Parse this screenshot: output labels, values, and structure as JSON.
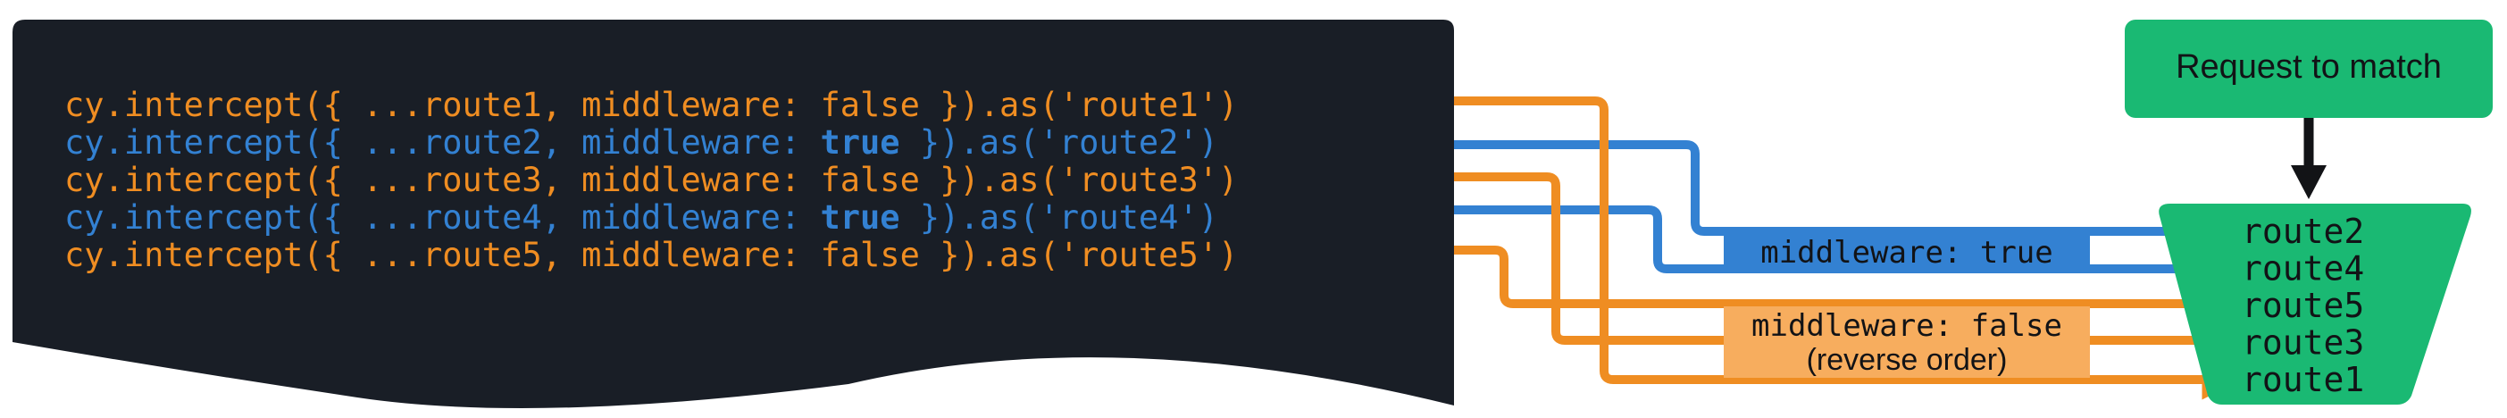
{
  "colors": {
    "code_bg": "#191e26",
    "orange": "#ef8d22",
    "blue": "#3381d2",
    "green": "#1ab973",
    "light_orange": "#f7ad5e",
    "arrow_dark": "#121316",
    "text_dark": "#121316"
  },
  "code_lines": [
    {
      "prefix": "cy.intercept({ ...route1, middleware: ",
      "value": "false",
      "suffix": " }).as('route1')",
      "middleware": false
    },
    {
      "prefix": "cy.intercept({ ...route2, middleware: ",
      "value": "true",
      "suffix": " }).as('route2')",
      "middleware": true
    },
    {
      "prefix": "cy.intercept({ ...route3, middleware: ",
      "value": "false",
      "suffix": " }).as('route3')",
      "middleware": false
    },
    {
      "prefix": "cy.intercept({ ...route4, middleware: ",
      "value": "true",
      "suffix": " }).as('route4')",
      "middleware": true
    },
    {
      "prefix": "cy.intercept({ ...route5, middleware: ",
      "value": "false",
      "suffix": " }).as('route5')",
      "middleware": false
    }
  ],
  "request_box": {
    "label": "Request to match"
  },
  "middleware_true_label": "middleware: true",
  "middleware_false_label": "middleware: false",
  "reverse_order_label": "(reverse order)",
  "match_order": [
    "route2",
    "route4",
    "route5",
    "route3",
    "route1"
  ]
}
